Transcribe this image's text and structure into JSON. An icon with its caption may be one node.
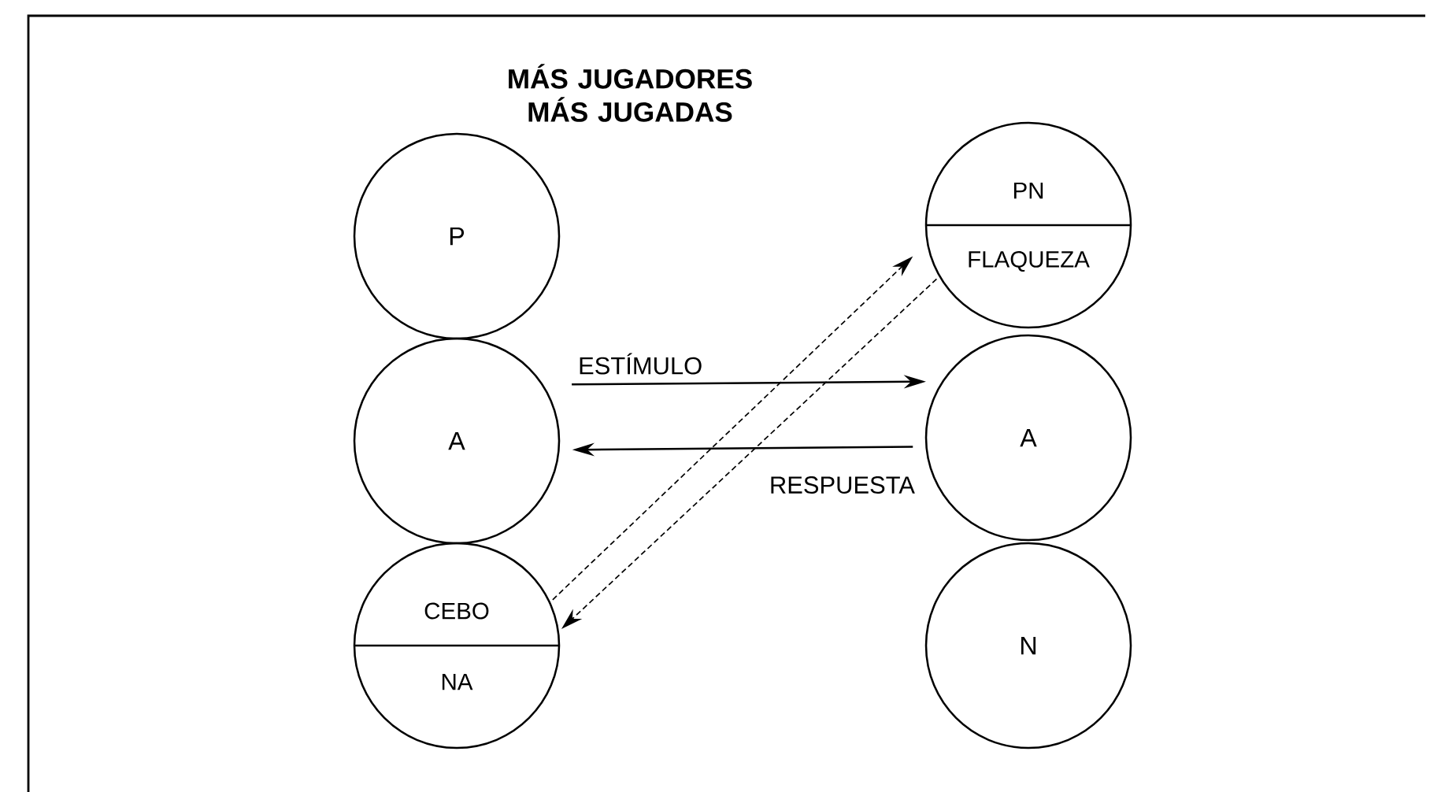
{
  "diagram": {
    "title": "MÁS JUGADORES MÁS JUGADAS",
    "nodes": [
      {
        "text": [
          "P"
        ]
      },
      {
        "text": [
          "A"
        ]
      },
      {
        "text": [
          "CEBO",
          "NA"
        ]
      },
      {
        "text": [
          "PN",
          "FLAQUEZA"
        ]
      },
      {
        "text": [
          "A"
        ]
      },
      {
        "text": [
          "N"
        ]
      }
    ],
    "edges": [
      {
        "from": 1,
        "to": 4,
        "arrow": "to",
        "label": "ESTÍMULO"
      },
      {
        "from": 4,
        "to": 1,
        "arrow": "to",
        "label": "RESPUESTA"
      },
      {
        "from": 2,
        "to": 3,
        "arrow": "to",
        "style": "dashed"
      },
      {
        "from": 3,
        "to": 2,
        "arrow": "to",
        "style": "dashed"
      }
    ]
  }
}
